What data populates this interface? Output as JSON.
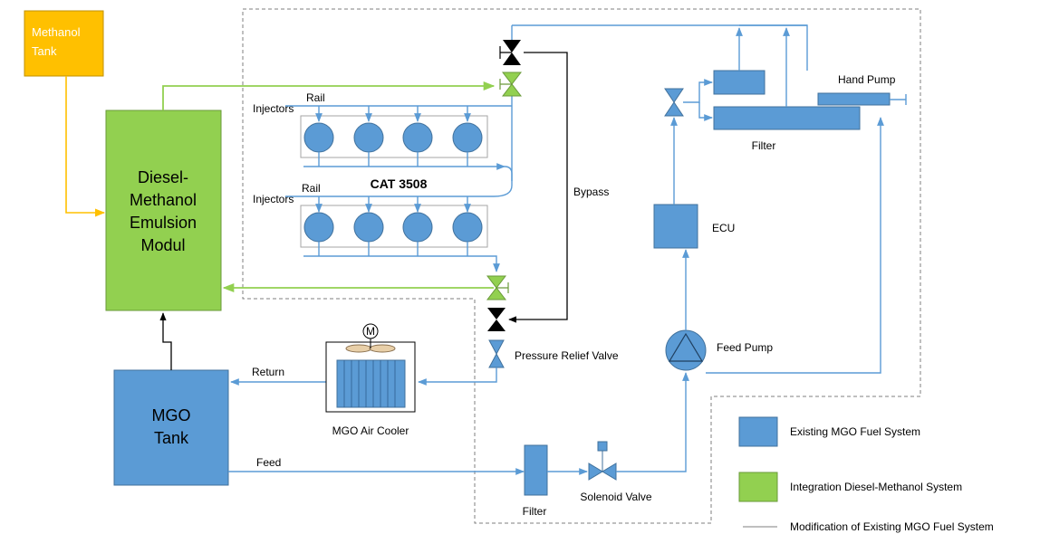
{
  "labels": {
    "methanol_tank": [
      "Methanol",
      "Tank"
    ],
    "emulsion_module": [
      "Diesel-",
      "Methanol",
      "Emulsion",
      "Modul"
    ],
    "mgo_tank": [
      "MGO",
      "Tank"
    ],
    "rail_top": "Rail",
    "injectors_top": "Injectors",
    "rail_bottom": "Rail",
    "injectors_bottom": "Injectors",
    "engine": "CAT 3508",
    "bypass": "Bypass",
    "pressure_relief_valve": "Pressure Relief Valve",
    "return": "Return",
    "feed": "Feed",
    "mgo_air_cooler": "MGO Air Cooler",
    "motor": "M",
    "filter_bottom": "Filter",
    "solenoid_valve": "Solenoid Valve",
    "feed_pump": "Feed Pump",
    "ecu": "ECU",
    "filter_top": "Filter",
    "hand_pump": "Hand Pump"
  },
  "legend": [
    {
      "text": "Existing MGO Fuel System",
      "color": "#5b9bd5"
    },
    {
      "text": "Integration Diesel-Methanol System",
      "color": "#92d050"
    },
    {
      "text": "Modification of Existing MGO Fuel System",
      "color": "#5b9bd5"
    }
  ],
  "colors": {
    "existing": "#5b9bd5",
    "integration": "#92d050",
    "methanol": "#ffc000",
    "bypass": "#000000"
  }
}
